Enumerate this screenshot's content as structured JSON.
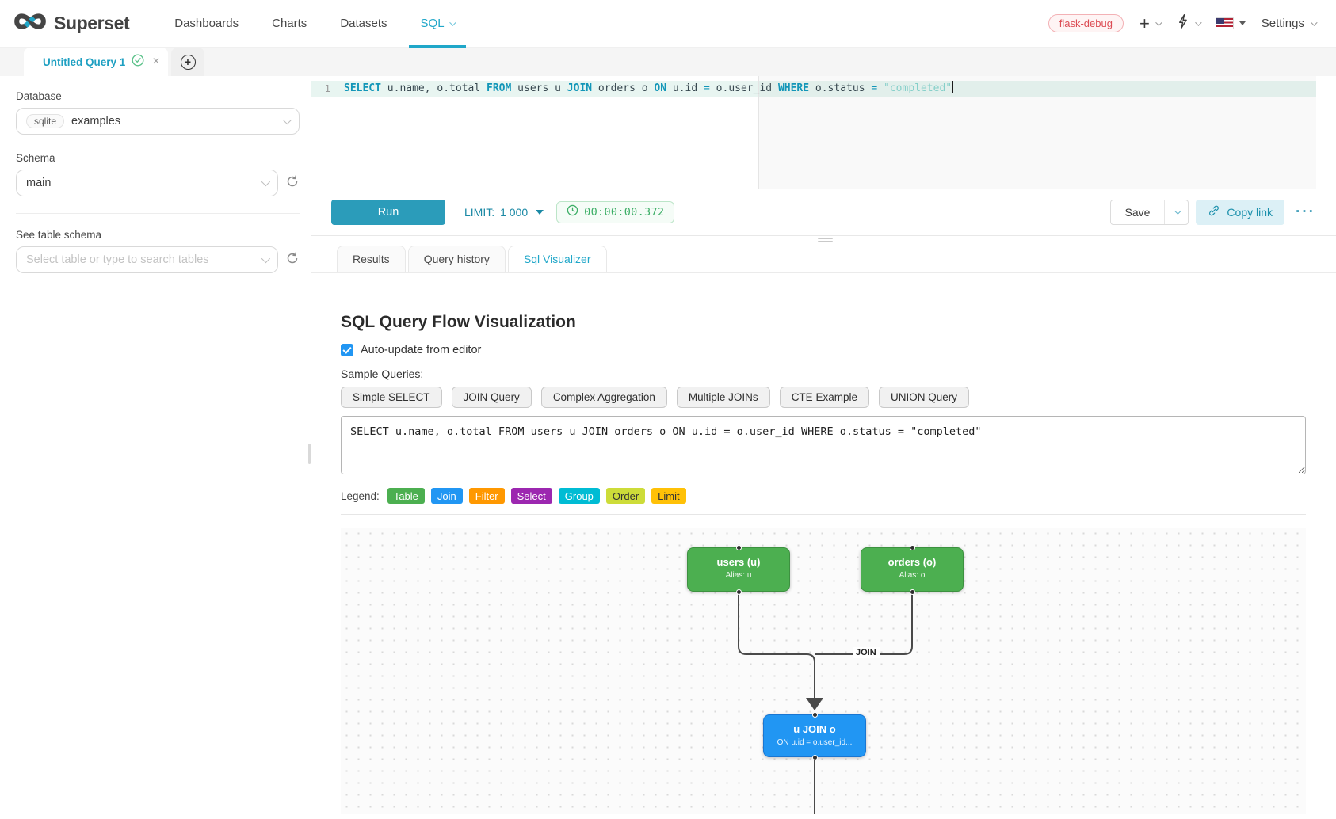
{
  "navbar": {
    "brand": "Superset",
    "items": [
      {
        "label": "Dashboards"
      },
      {
        "label": "Charts"
      },
      {
        "label": "Datasets"
      },
      {
        "label": "SQL",
        "active": true
      }
    ],
    "environment_tag": "flask-debug",
    "settings_label": "Settings",
    "brand_color": "#20a7c9"
  },
  "editor_tabs": {
    "active_tab": "Untitled Query 1"
  },
  "sidebar": {
    "database_label": "Database",
    "database_type": "sqlite",
    "database_name": "examples",
    "schema_label": "Schema",
    "schema_value": "main",
    "table_label": "See table schema",
    "table_placeholder": "Select table or type to search tables"
  },
  "editor": {
    "line_number": "1",
    "tokens": [
      "SELECT",
      " u.name, o.total ",
      "FROM",
      " users u ",
      "JOIN",
      " orders o ",
      "ON",
      " u.id ",
      "=",
      " o.user_id ",
      "WHERE",
      " o.status ",
      "=",
      " ",
      "\"completed\""
    ]
  },
  "toolbar": {
    "run_label": "Run",
    "limit_label": "LIMIT:",
    "limit_value": "1 000",
    "timer": "00:00:00.372",
    "save_label": "Save",
    "copy_link_label": "Copy link",
    "more_label": "···"
  },
  "south_tabs": {
    "items": [
      {
        "label": "Results"
      },
      {
        "label": "Query history"
      },
      {
        "label": "Sql Visualizer",
        "active": true
      }
    ]
  },
  "visualizer": {
    "title": "SQL Query Flow Visualization",
    "auto_update_label": "Auto-update from editor",
    "auto_update_checked": true,
    "sample_queries_label": "Sample Queries:",
    "sample_buttons": [
      "Simple SELECT",
      "JOIN Query",
      "Complex Aggregation",
      "Multiple JOINs",
      "CTE Example",
      "UNION Query"
    ],
    "query_text": "SELECT u.name, o.total FROM users u JOIN orders o ON u.id = o.user_id WHERE o.status = \"completed\"",
    "legend_label": "Legend:",
    "legend": [
      {
        "label": "Table",
        "color": "#4caf50",
        "text_color": "#ffffff"
      },
      {
        "label": "Join",
        "color": "#2196f3",
        "text_color": "#ffffff"
      },
      {
        "label": "Filter",
        "color": "#ff9800",
        "text_color": "#ffffff"
      },
      {
        "label": "Select",
        "color": "#9c27b0",
        "text_color": "#ffffff"
      },
      {
        "label": "Group",
        "color": "#00bcd4",
        "text_color": "#ffffff"
      },
      {
        "label": "Order",
        "color": "#cddc39",
        "text_color": "#333333"
      },
      {
        "label": "Limit",
        "color": "#ffc107",
        "text_color": "#333333"
      }
    ],
    "diagram": {
      "nodes": [
        {
          "id": "users",
          "title": "users (u)",
          "subtitle": "Alias: u",
          "color": "#4caf50"
        },
        {
          "id": "orders",
          "title": "orders (o)",
          "subtitle": "Alias: o",
          "color": "#4caf50"
        },
        {
          "id": "join",
          "title": "u JOIN o",
          "subtitle": "ON u.id = o.user_id...",
          "color": "#2196f3"
        }
      ],
      "edge_label": "JOIN"
    }
  }
}
